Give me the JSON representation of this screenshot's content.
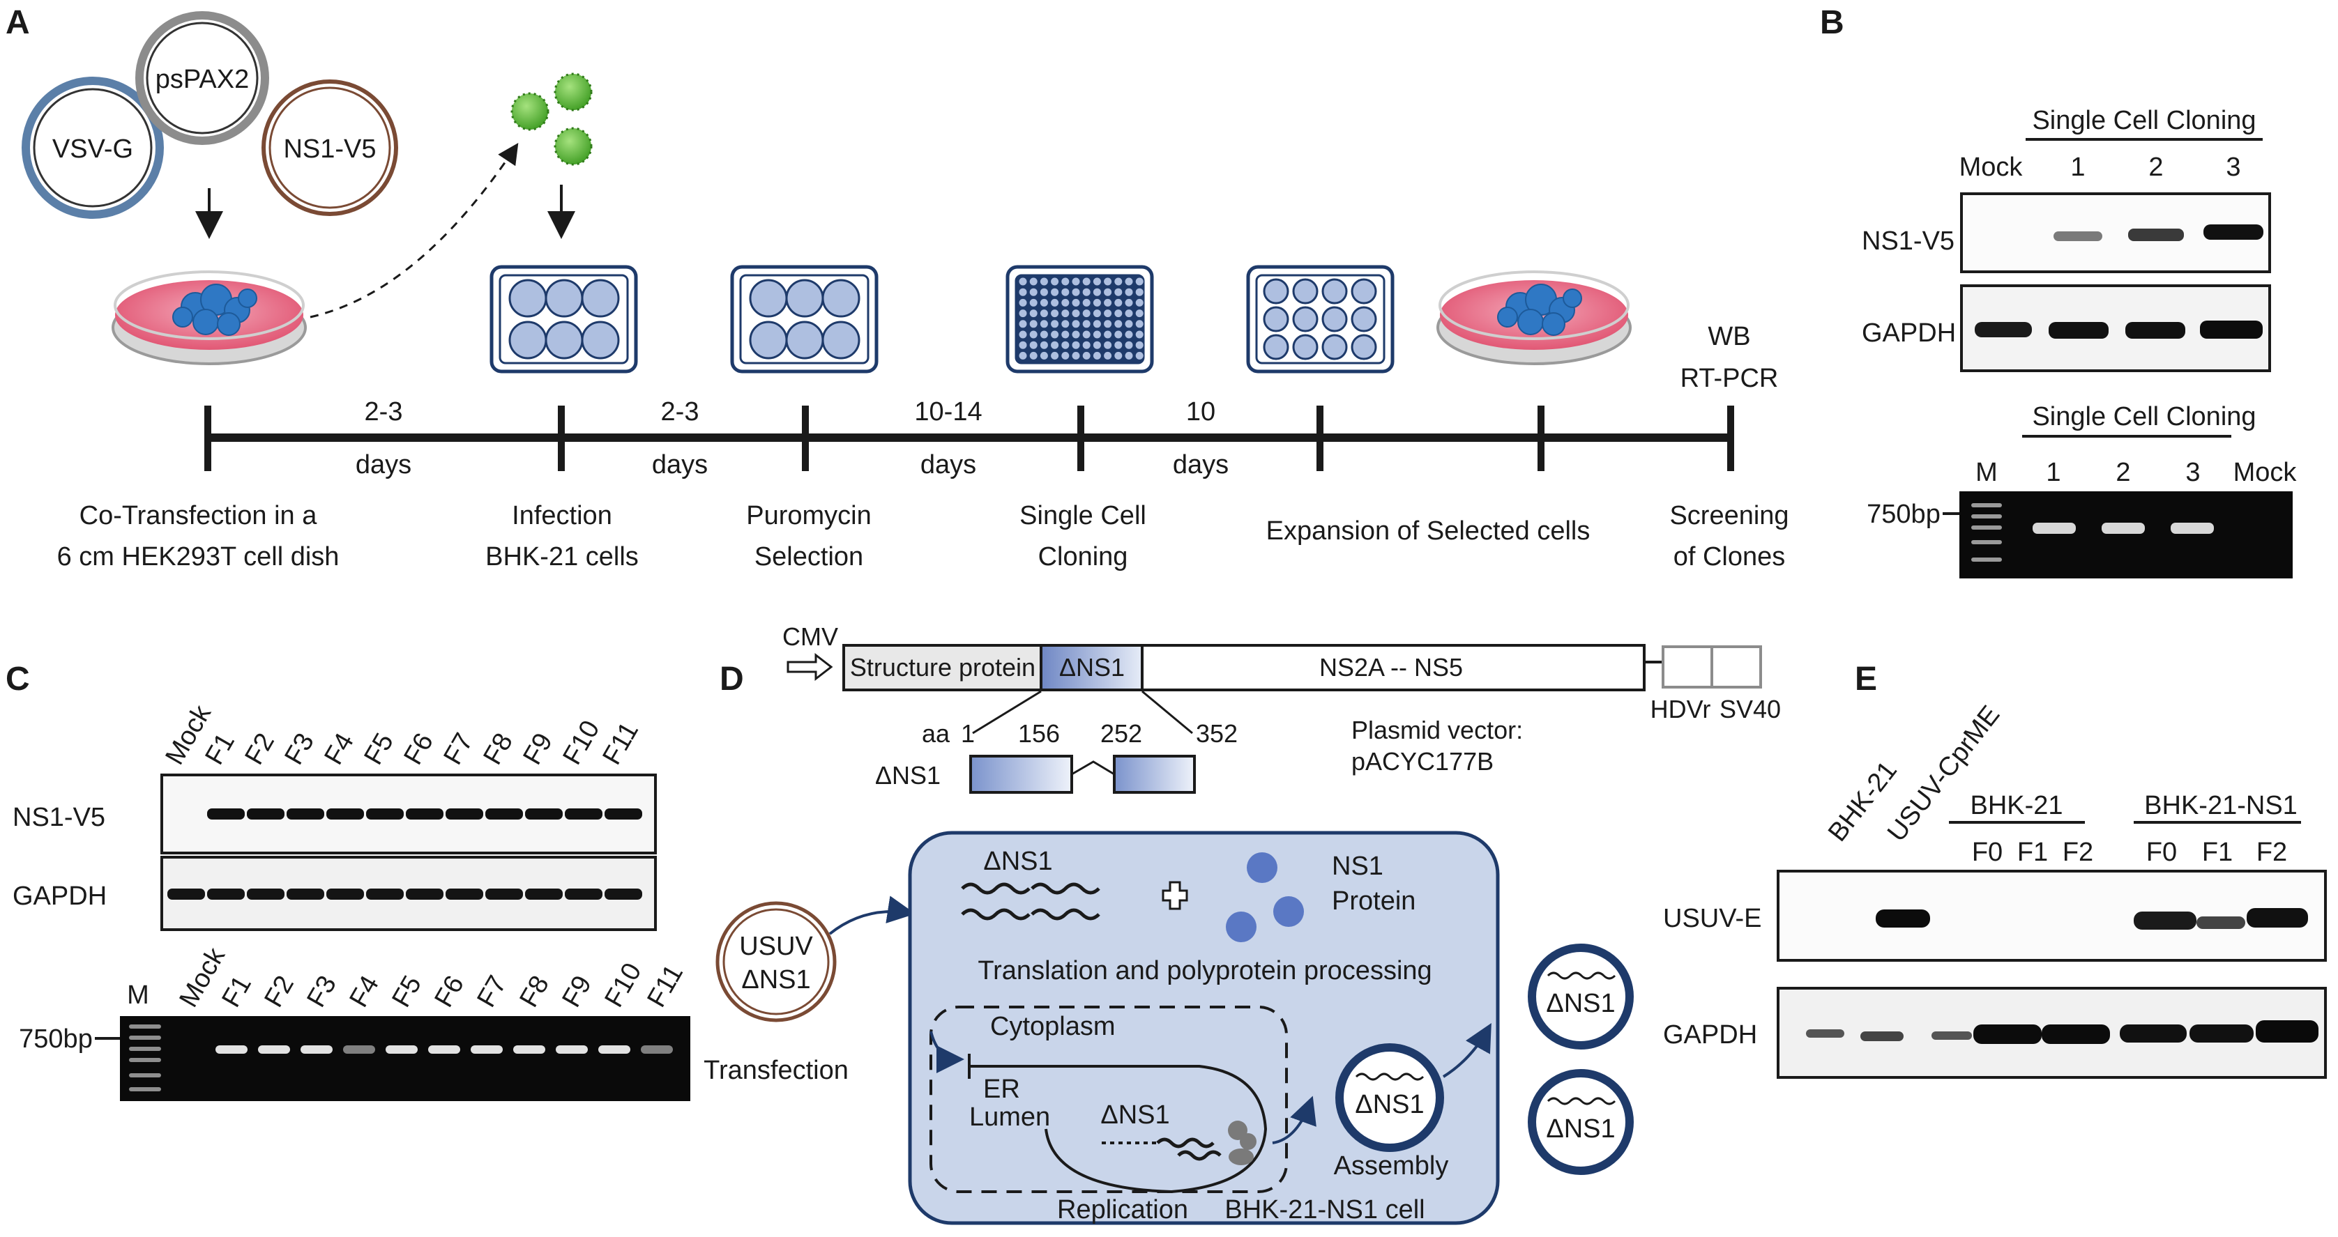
{
  "panels": {
    "a": "A",
    "b": "B",
    "c": "C",
    "d": "D",
    "e": "E"
  },
  "panel_a": {
    "plasmids": [
      "VSV-G",
      "psPAX2",
      "NS1-V5"
    ],
    "durations": [
      {
        "num": "2-3",
        "unit": "days"
      },
      {
        "num": "2-3",
        "unit": "days"
      },
      {
        "num": "10-14",
        "unit": "days"
      },
      {
        "num": "10",
        "unit": "days"
      }
    ],
    "steps": [
      {
        "l1": "Co-Transfection in a",
        "l2": "6 cm HEK293T cell dish"
      },
      {
        "l1": "Infection",
        "l2": "BHK-21 cells"
      },
      {
        "l1": "Puromycin",
        "l2": "Selection"
      },
      {
        "l1": "Single Cell",
        "l2": "Cloning"
      },
      {
        "l1": "Expansion of Selected cells",
        "l2": ""
      },
      {
        "l1": "Screening",
        "l2": "of Clones"
      }
    ],
    "assays": [
      "WB",
      "RT-PCR"
    ]
  },
  "panel_b": {
    "group_label": "Single Cell Cloning",
    "wb_lanes": [
      "Mock",
      "1",
      "2",
      "3"
    ],
    "wb_rows": [
      "NS1-V5",
      "GAPDH"
    ],
    "pcr_group_label": "Single Cell Cloning",
    "pcr_lanes": [
      "M",
      "1",
      "2",
      "3",
      "Mock"
    ],
    "size_marker": "750bp"
  },
  "panel_c": {
    "lanes": [
      "Mock",
      "F1",
      "F2",
      "F3",
      "F4",
      "F5",
      "F6",
      "F7",
      "F8",
      "F9",
      "F10",
      "F11"
    ],
    "wb_rows": [
      "NS1-V5",
      "GAPDH"
    ],
    "marker": "M",
    "size_marker": "750bp"
  },
  "panel_d": {
    "promoter": "CMV",
    "segments": [
      "Structure protein",
      "ΔNS1",
      "NS2A -- NS5"
    ],
    "tail": [
      "HDVr",
      "SV40"
    ],
    "aa_prefix": "aa",
    "aa_ticks": [
      "1",
      "156",
      "252",
      "352"
    ],
    "deletion_label": "ΔNS1",
    "vector": {
      "l1": "Plasmid vector:",
      "l2": "pACYC177B"
    },
    "construct": {
      "l1": "USUV",
      "l2": "ΔNS1"
    },
    "transfection": "Transfection",
    "rna_label": "ΔNS1",
    "plus": "+",
    "protein": {
      "l1": "NS1",
      "l2": "Protein"
    },
    "translation": "Translation and polyprotein processing",
    "cytoplasm": "Cytoplasm",
    "er": {
      "l1": "ER",
      "l2": "Lumen"
    },
    "replication_rna": "ΔNS1",
    "replication": "Replication",
    "virion": "ΔNS1",
    "assembly": "Assembly",
    "cell": "BHK-21-NS1 cell",
    "released": [
      "ΔNS1",
      "ΔNS1"
    ]
  },
  "panel_e": {
    "controls": [
      "BHK-21",
      "USUV-CprME"
    ],
    "groups": [
      {
        "name": "BHK-21",
        "lanes": [
          "F0",
          "F1",
          "F2"
        ]
      },
      {
        "name": "BHK-21-NS1",
        "lanes": [
          "F0",
          "F1",
          "F2"
        ]
      }
    ],
    "rows": [
      "USUV-E",
      "GAPDH"
    ]
  },
  "colors": {
    "vsv_ring": "#5b7fa8",
    "pax_ring": "#8c8c8c",
    "ns1_ring": "#7a4a34",
    "navy": "#1e3a6a",
    "plate_well": "#aebfe0",
    "cell_bg": "#c9d5ea",
    "dish": "#e0516f",
    "cells": "#2f78c4",
    "virus": "#5cbf36",
    "gel": "#0a0a0a"
  }
}
